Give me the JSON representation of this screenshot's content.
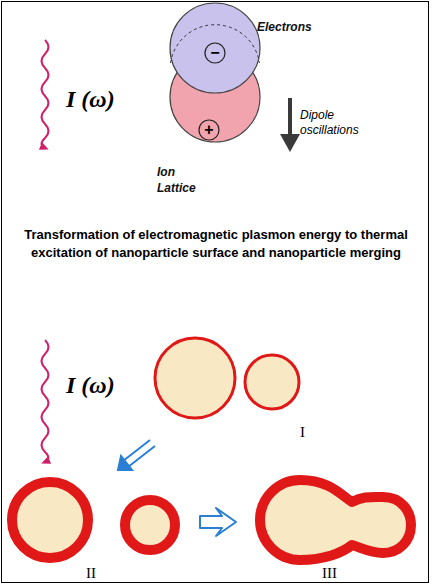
{
  "diagram": {
    "title": "Transformation of electromagnetic plasmon energy to thermal excitation of nanoparticle surface and nanoparticle merging",
    "nodes": [
      {
        "text": [
          "Electrons",
          "−"
        ]
      },
      {
        "text": [
          "Ion Lattice",
          "+"
        ]
      }
    ],
    "labels": [
      "I (ω)",
      "Dipole oscillations",
      "I (ω)",
      "I",
      "II",
      "III"
    ]
  }
}
